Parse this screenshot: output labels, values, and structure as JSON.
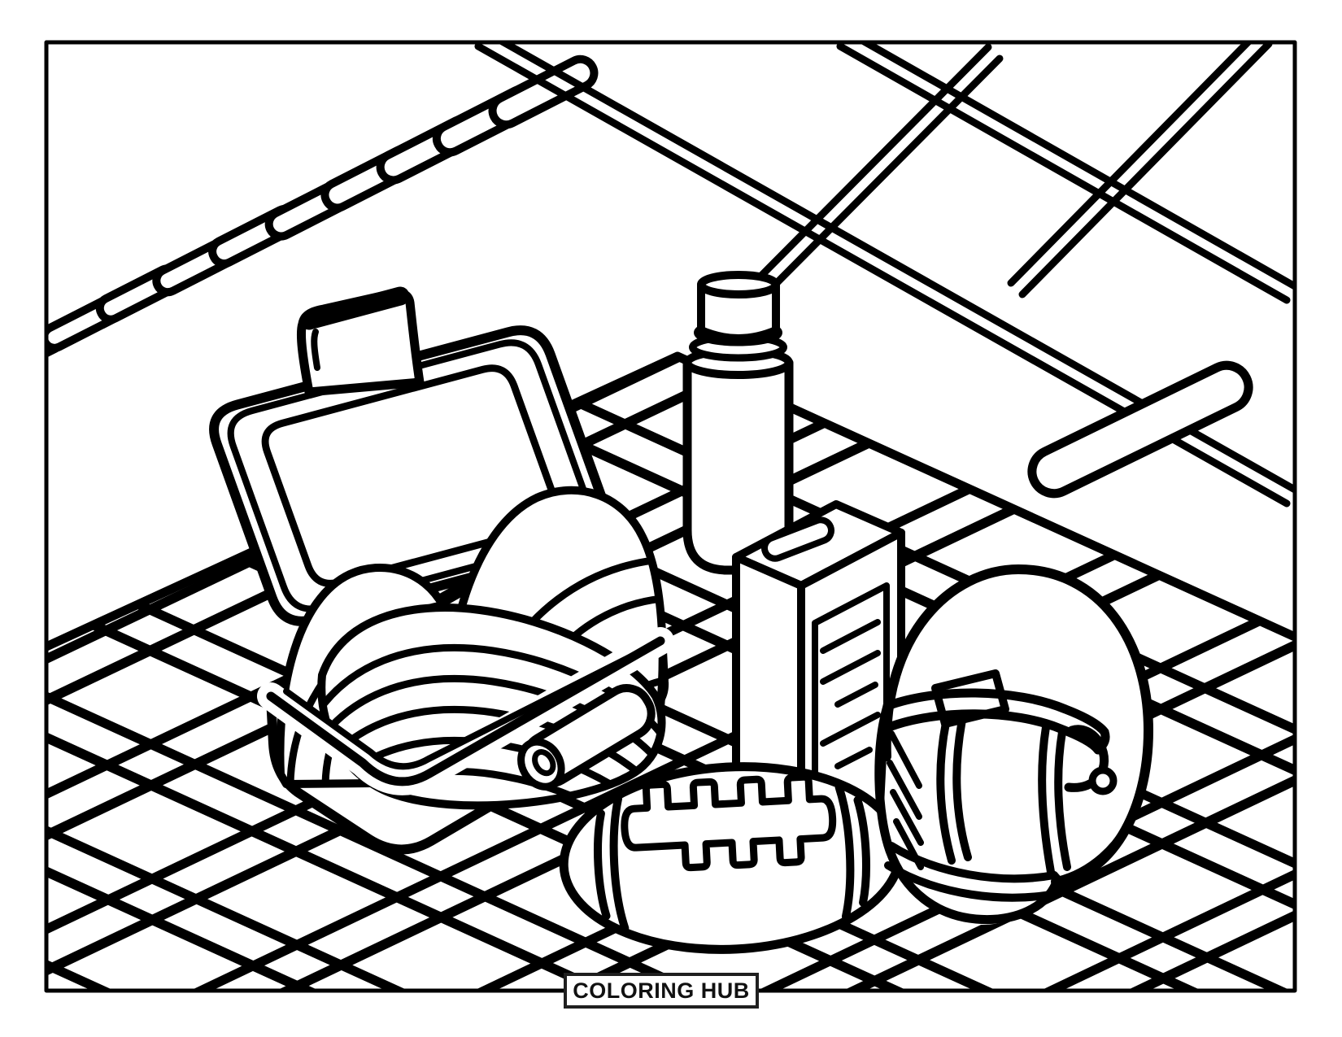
{
  "badge": {
    "label": "COLORING HUB"
  },
  "palette": {
    "line": "#000000",
    "background": "#ffffff",
    "badge_border": "#1f1f1f",
    "badge_text": "#111111"
  },
  "scene": {
    "type": "coloring-page",
    "theme": "football tailgate picnic on a field",
    "items": [
      "football-field-hash-marks",
      "football-field-yard-lines",
      "checkered-picnic-blanket",
      "open-lunchbox-with-sandwiches",
      "thermos-bottle",
      "snack-box-with-label",
      "american-football",
      "football-helmet"
    ]
  }
}
